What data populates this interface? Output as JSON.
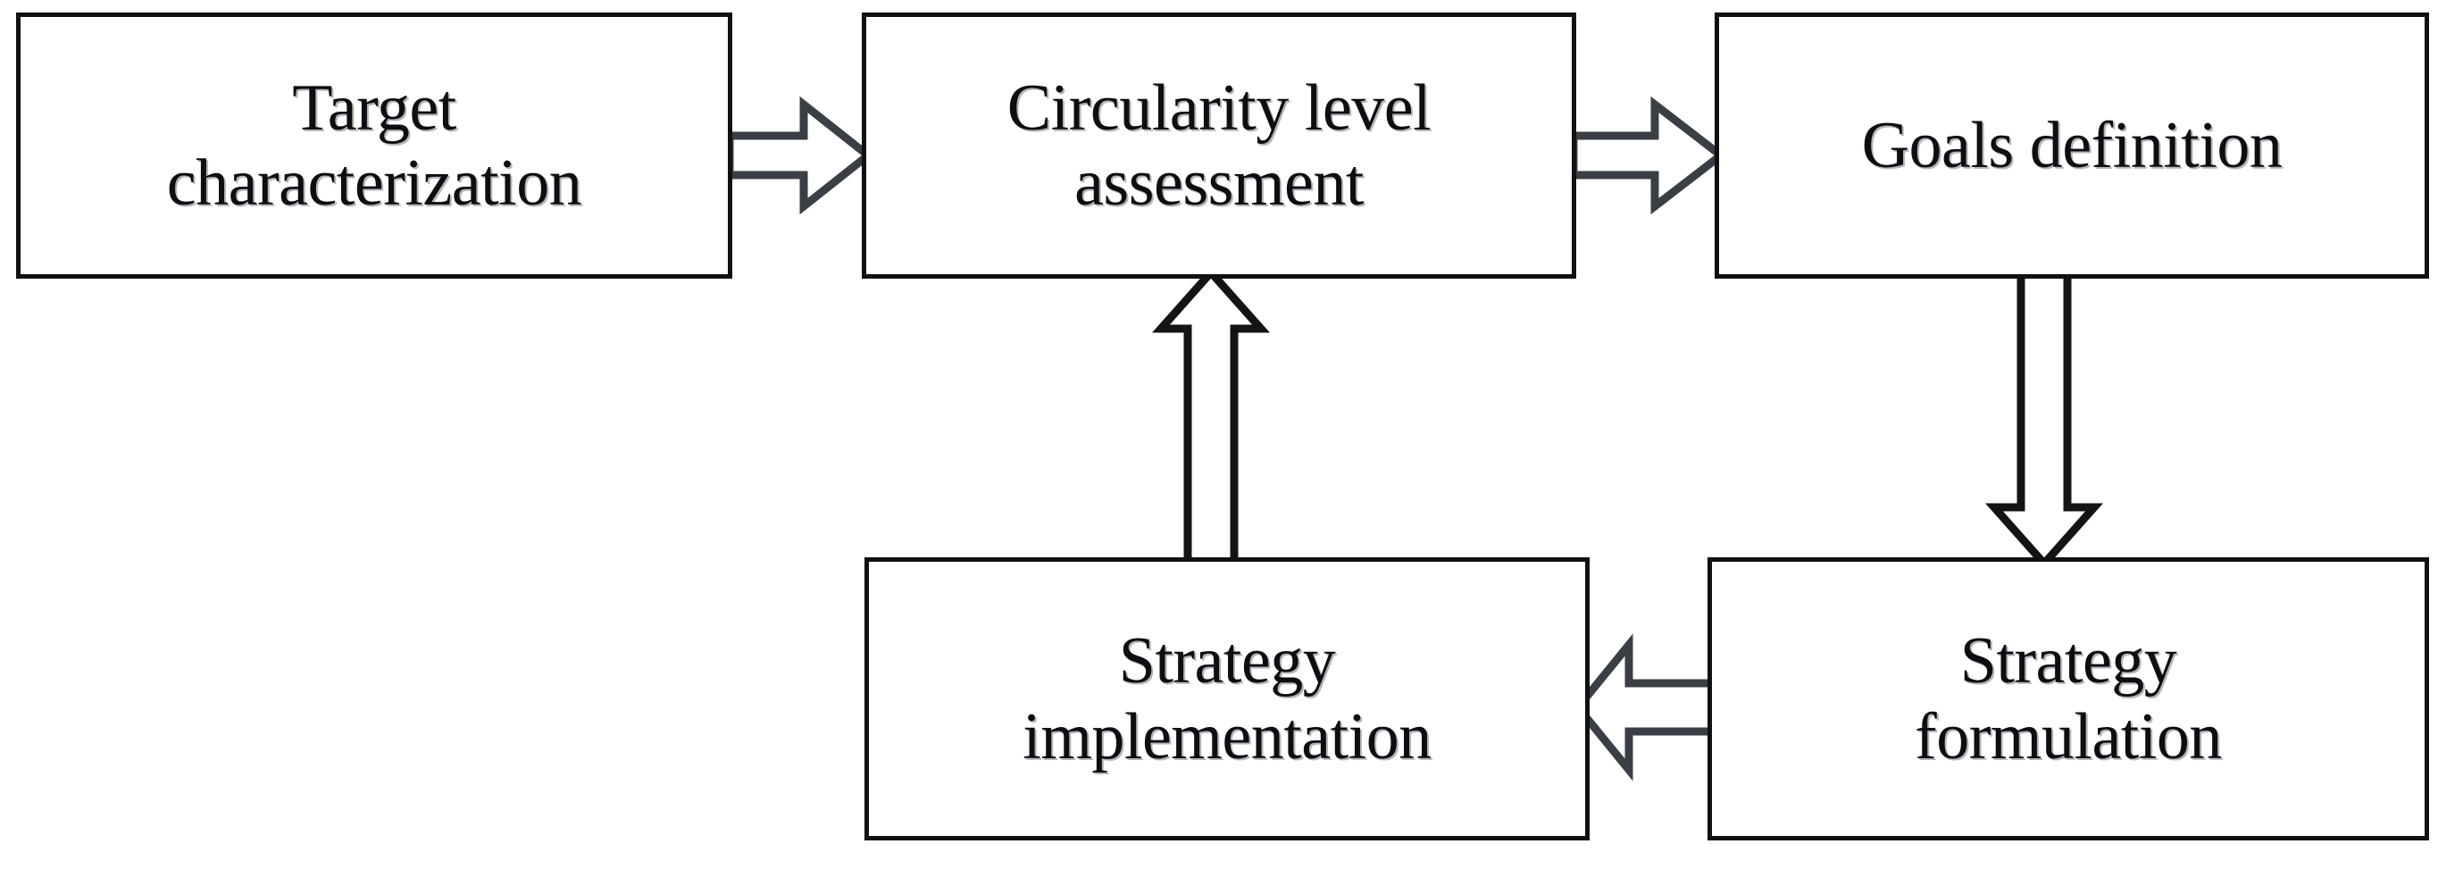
{
  "diagram": {
    "title": "Circularity management process flowchart",
    "background_color": "#ffffff",
    "line_color": "#111111",
    "text_color": "#0d0d12",
    "nodes": [
      {
        "id": "target",
        "label": "Target\ncharacterization",
        "shape": "rectangle"
      },
      {
        "id": "assessment",
        "label": "Circularity level\nassessment",
        "shape": "rectangle"
      },
      {
        "id": "goals",
        "label": "Goals definition",
        "shape": "rectangle"
      },
      {
        "id": "implement",
        "label": "Strategy\nimplementation",
        "shape": "rectangle"
      },
      {
        "id": "formulate",
        "label": "Strategy\nformulation",
        "shape": "rectangle"
      }
    ],
    "connectors": [
      {
        "id": "target-assessment",
        "from": "target",
        "to": "assessment",
        "direction": "right",
        "style": "hollow-block-arrow"
      },
      {
        "id": "assessment-goals",
        "from": "assessment",
        "to": "goals",
        "direction": "right",
        "style": "hollow-block-arrow"
      },
      {
        "id": "goals-formulate",
        "from": "goals",
        "to": "formulate",
        "direction": "down",
        "style": "hollow-block-arrow"
      },
      {
        "id": "formulate-implement",
        "from": "formulate",
        "to": "implement",
        "direction": "left",
        "style": "hollow-block-arrow"
      },
      {
        "id": "implement-assessment",
        "from": "implement",
        "to": "assessment",
        "direction": "up",
        "style": "hollow-block-arrow"
      }
    ]
  }
}
